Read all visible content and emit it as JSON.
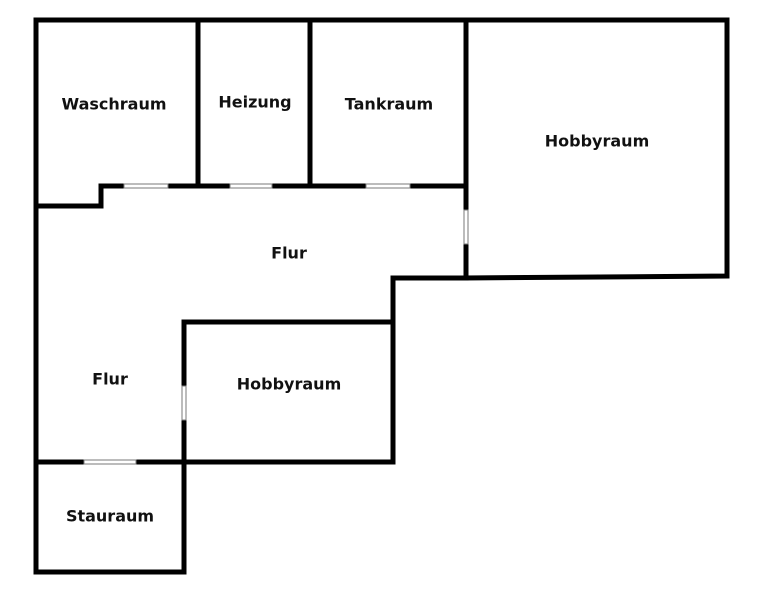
{
  "plan": {
    "colors": {
      "wall": "#000000",
      "door": "#ffffff",
      "door_outline": "#7a7a7a",
      "label": "#111111",
      "background": "#ffffff"
    },
    "rooms": {
      "waschraum": "Waschraum",
      "heizung": "Heizung",
      "tankraum": "Tankraum",
      "hobbyraum_large": "Hobbyraum",
      "flur_upper": "Flur",
      "flur_lower": "Flur",
      "hobbyraum_small": "Hobbyraum",
      "stauraum": "Stauraum"
    }
  }
}
